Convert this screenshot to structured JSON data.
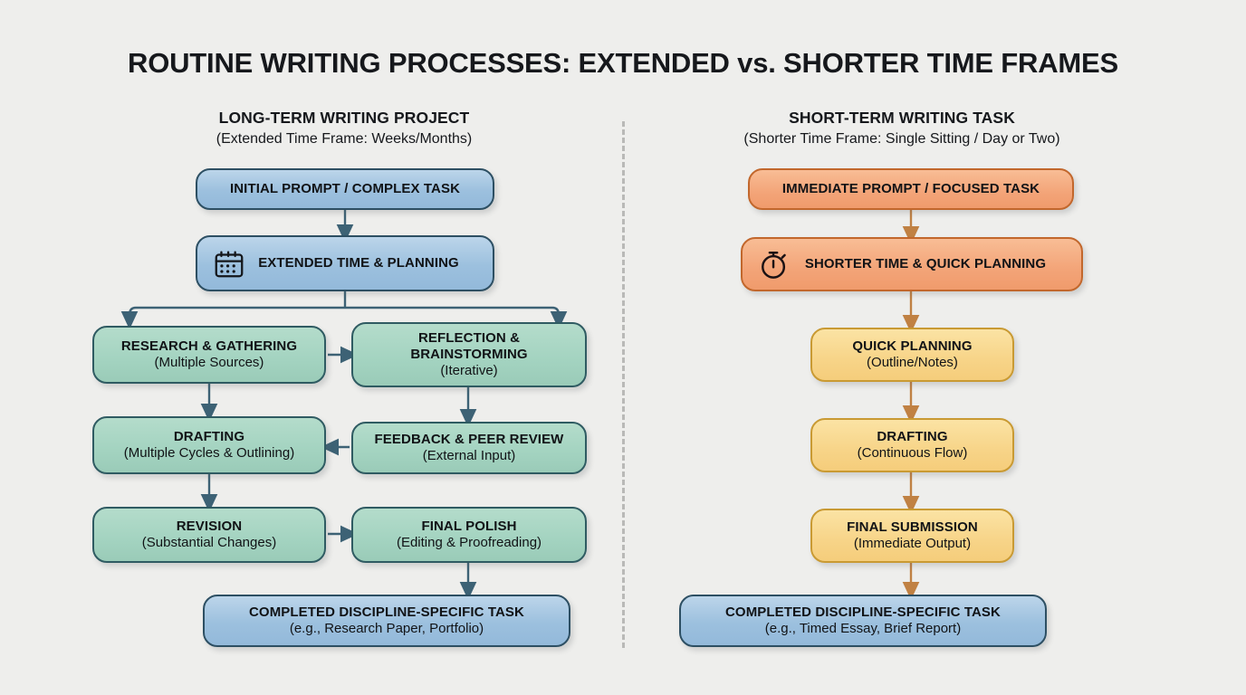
{
  "title": "ROUTINE WRITING PROCESSES: EXTENDED vs. SHORTER TIME FRAMES",
  "columns": {
    "left": {
      "heading": "LONG-TERM WRITING PROJECT",
      "subheading": "(Extended Time Frame: Weeks/Months)"
    },
    "right": {
      "heading": "SHORT-TERM WRITING TASK",
      "subheading": "(Shorter Time Frame: Single Sitting / Day or Two)"
    }
  },
  "colors": {
    "background": "#eeeeec",
    "blue_fill": "#9cc0de",
    "blue_border": "#2d4f63",
    "green_fill": "#a3d3c0",
    "green_border": "#2f5b62",
    "orange_fill": "#f3a478",
    "orange_border": "#c2672c",
    "yellow_fill": "#f7d488",
    "yellow_border": "#c99a33",
    "divider": "#b9b9b7",
    "arrow_blue": "#3d6275",
    "arrow_orange": "#c08143",
    "text": "#111316"
  },
  "left_nodes": {
    "start": {
      "title": "INITIAL PROMPT / COMPLEX TASK",
      "sub": ""
    },
    "planning": {
      "title": "EXTENDED TIME & PLANNING",
      "sub": "",
      "icon": "calendar-icon"
    },
    "research": {
      "title": "RESEARCH & GATHERING",
      "sub": "(Multiple Sources)"
    },
    "reflection": {
      "title": "REFLECTION & BRAINSTORMING",
      "sub": "(Iterative)"
    },
    "drafting": {
      "title": "DRAFTING",
      "sub": "(Multiple Cycles & Outlining)"
    },
    "feedback": {
      "title": "FEEDBACK & PEER REVIEW",
      "sub": "(External Input)"
    },
    "revision": {
      "title": "REVISION",
      "sub": "(Substantial Changes)"
    },
    "polish": {
      "title": "FINAL POLISH",
      "sub": "(Editing & Proofreading)"
    },
    "completed": {
      "title": "COMPLETED DISCIPLINE-SPECIFIC TASK",
      "sub": "(e.g., Research Paper, Portfolio)"
    }
  },
  "right_nodes": {
    "start": {
      "title": "IMMEDIATE PROMPT / FOCUSED TASK",
      "sub": ""
    },
    "planning": {
      "title": "SHORTER TIME & QUICK PLANNING",
      "sub": "",
      "icon": "stopwatch-icon"
    },
    "quick": {
      "title": "QUICK PLANNING",
      "sub": "(Outline/Notes)"
    },
    "drafting": {
      "title": "DRAFTING",
      "sub": "(Continuous Flow)"
    },
    "submission": {
      "title": "FINAL SUBMISSION",
      "sub": "(Immediate Output)"
    },
    "completed": {
      "title": "COMPLETED DISCIPLINE-SPECIFIC TASK",
      "sub": "(e.g., Timed Essay, Brief Report)"
    }
  }
}
